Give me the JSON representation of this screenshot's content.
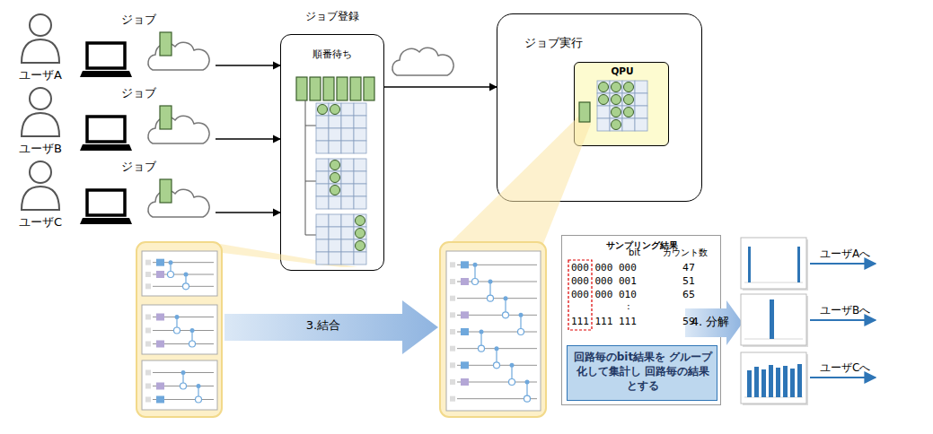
{
  "diagram": {
    "nodes": [
      {
        "text": [
          "ユーザA",
          "ジョブ"
        ]
      },
      {
        "text": [
          "ユーザB",
          "ジョブ"
        ]
      },
      {
        "text": [
          "ユーザC",
          "ジョブ"
        ]
      },
      {
        "text": [
          "ジョブ登録",
          "順番待ち"
        ]
      },
      {
        "text": [
          "ジョブ実行"
        ]
      },
      {
        "text": [
          "QPU"
        ],
        "in": 4
      },
      {
        "text": [
          "3.結合"
        ]
      },
      {
        "text": [
          "サンプリング結果"
        ]
      },
      {
        "text": [
          "回路毎のbit結果を グループ化して集計し 回路毎の結果とする"
        ],
        "in": 7
      },
      {
        "text": [
          "4. 分解"
        ]
      }
    ],
    "edges": [
      {
        "from": 0,
        "to": 3,
        "arrow": "to"
      },
      {
        "from": 1,
        "to": 3,
        "arrow": "to"
      },
      {
        "from": 2,
        "to": 3,
        "arrow": "to"
      },
      {
        "from": 3,
        "to": 4,
        "arrow": "to"
      }
    ],
    "labels": [
      "bit",
      "カウント数",
      "000 000 000",
      "47",
      "000 000 001",
      "51",
      "000 000 010",
      "65",
      ":",
      "111 111 111",
      "59",
      "ユーザAへ",
      "ユーザBへ",
      "ユーザCへ"
    ]
  }
}
